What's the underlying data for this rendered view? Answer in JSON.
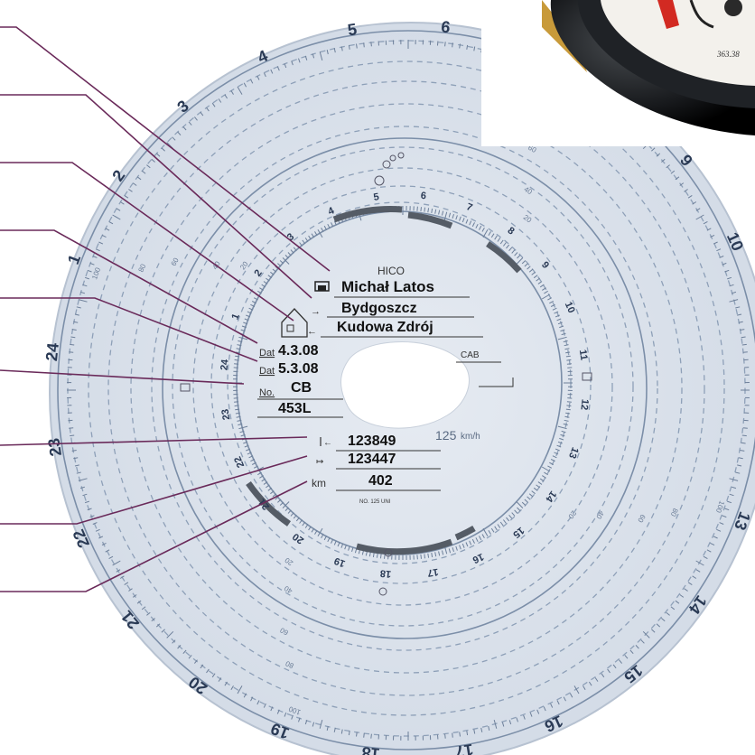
{
  "disc": {
    "brand": "HICO",
    "driver_name": "Michał Latos",
    "place_start": "Bydgoszcz",
    "place_end": "Kudowa Zdrój",
    "date_start_label": "Dat",
    "date_start": "4.3.08",
    "date_end_label": "Dat",
    "date_end": "5.3.08",
    "vehicle_no_label": "No.",
    "vehicle_no_line1": "CB",
    "vehicle_no_line2": "453L",
    "cab_label": "CAB",
    "odometer_end": "123849",
    "odometer_start": "123447",
    "km_label": "km",
    "distance_km": "402",
    "speed_max": "125",
    "speed_unit": "km/h",
    "form_code": "NO. 125 UNI",
    "hour_numbers": [
      "1",
      "2",
      "3",
      "4",
      "5",
      "6",
      "7",
      "8",
      "9",
      "10",
      "11",
      "12",
      "13",
      "14",
      "15",
      "16",
      "17",
      "18",
      "19",
      "20",
      "21",
      "22",
      "23",
      "24"
    ],
    "speed_labels": [
      "100",
      "80",
      "60",
      "40",
      "20"
    ]
  },
  "gauge": {
    "serial_fragment": "363.38"
  },
  "colors": {
    "disc_bg": "#d8e0ea",
    "scale_blue": "#8ea0b8",
    "leader_line": "#6a2a5a",
    "activity_band": "#555c66"
  }
}
